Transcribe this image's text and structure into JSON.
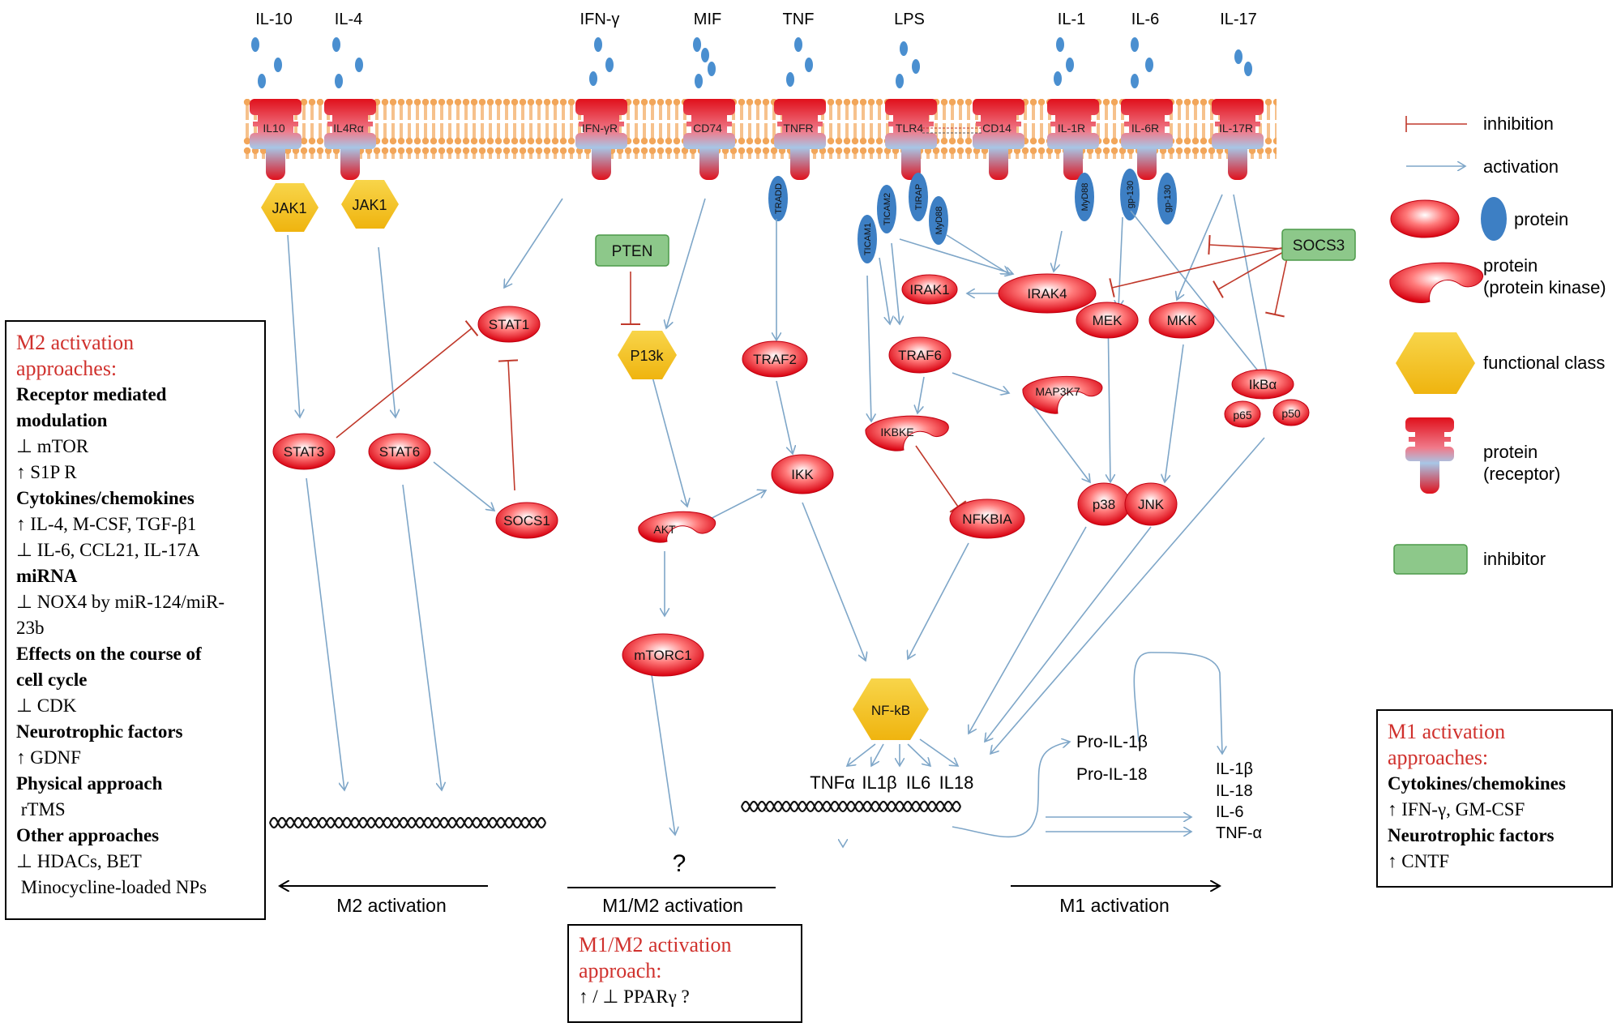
{
  "ligands": [
    "IL-10",
    "IL-4",
    "IFN-γ",
    "MIF",
    "TNF",
    "LPS",
    "IL-1",
    "IL-6",
    "IL-17"
  ],
  "receptors": [
    "IL10",
    "IL4Rα",
    "IFN-γR",
    "CD74",
    "TNFR",
    "TLR4",
    "CD14",
    "IL-1R",
    "IL-6R",
    "IL-17R"
  ],
  "adaptors": [
    "TRADD",
    "TICAM1",
    "TICAM2",
    "TIRAP",
    "MyD88",
    "MyD88",
    "gp-130",
    "gp-130"
  ],
  "functional_class": [
    "JAK1",
    "JAK1",
    "P13k",
    "NF-kB"
  ],
  "inhibitors": [
    "PTEN",
    "SOCS3"
  ],
  "proteins": [
    "STAT1",
    "STAT3",
    "STAT6",
    "SOCS1",
    "TRAF2",
    "IKK",
    "IRAK1",
    "IRAK4",
    "TRAF6",
    "NFKBIA",
    "MEK",
    "MKK",
    "IkBα",
    "p65",
    "p50",
    "p38",
    "JNK",
    "mTORC1"
  ],
  "kinases": [
    "AKT",
    "IKBKE",
    "MAP3K7"
  ],
  "genes_output": [
    "TNFα",
    "IL1β",
    "IL6",
    "IL18"
  ],
  "pro_cytokines": [
    "Pro-IL-1β",
    "Pro-IL-18"
  ],
  "secreted": [
    "IL-1β",
    "IL-18",
    "IL-6",
    "TNF-α"
  ],
  "question_mark": "?",
  "bottom_labels": {
    "m2": "M2 activation",
    "m1m2": "M1/M2 activation",
    "m1": "M1 activation"
  },
  "legend": {
    "inhibition": "inhibition",
    "activation": "activation",
    "protein": "protein",
    "protein_kinase_line1": "protein",
    "protein_kinase_line2": "(protein kinase)",
    "functional_class": "functional class",
    "protein_receptor_line1": "protein",
    "protein_receptor_line2": "(receptor)",
    "inhibitor": "inhibitor"
  },
  "m2_box": {
    "title_line1": "M2 activation",
    "title_line2": "approaches:",
    "lines": [
      {
        "kind": "cat",
        "text": "Receptor mediated"
      },
      {
        "kind": "cat",
        "text": "modulation"
      },
      {
        "kind": "item",
        "text": "⊥ mTOR"
      },
      {
        "kind": "item",
        "text": "↑ S1P R"
      },
      {
        "kind": "cat",
        "text": "Cytokines/chemokines"
      },
      {
        "kind": "item",
        "text": "↑ IL-4, M-CSF, TGF-β1"
      },
      {
        "kind": "item",
        "text": "⊥ IL-6, CCL21, IL-17A"
      },
      {
        "kind": "cat",
        "text": "miRNA"
      },
      {
        "kind": "item",
        "text": "⊥ NOX4 by miR-124/miR-"
      },
      {
        "kind": "item",
        "text": "23b"
      },
      {
        "kind": "cat",
        "text": "Effects on the course of"
      },
      {
        "kind": "cat",
        "text": "cell cycle"
      },
      {
        "kind": "item",
        "text": "⊥ CDK"
      },
      {
        "kind": "cat",
        "text": "Neurotrophic factors"
      },
      {
        "kind": "item",
        "text": "↑ GDNF"
      },
      {
        "kind": "cat",
        "text": "Physical approach"
      },
      {
        "kind": "item",
        "text": " rTMS"
      },
      {
        "kind": "cat",
        "text": "Other approaches"
      },
      {
        "kind": "item",
        "text": "⊥ HDACs, BET"
      },
      {
        "kind": "item",
        "text": " Minocycline-loaded NPs"
      }
    ]
  },
  "m1_box": {
    "title_line1": "M1 activation",
    "title_line2": "approaches:",
    "lines": [
      {
        "kind": "cat",
        "text": "Cytokines/chemokines"
      },
      {
        "kind": "item",
        "text": "↑ IFN-γ, GM-CSF"
      },
      {
        "kind": "cat",
        "text": "Neurotrophic factors"
      },
      {
        "kind": "item",
        "text": "↑ CNTF"
      }
    ]
  },
  "m1m2_box": {
    "title_line1": "M1/M2 activation",
    "title_line2": "approach:",
    "lines": [
      {
        "kind": "item",
        "text": "↑ / ⊥ PPARγ ?"
      }
    ]
  },
  "colors": {
    "activation": "#7ea6c8",
    "inhibition": "#c0392b",
    "protein_red": "#e0101b",
    "protein_blue": "#3d7fc4",
    "functional_gold": "#f2c21a",
    "inhibitor_green": "#8dc88a",
    "membrane_orange": "#f2a65a",
    "box_title_red": "#d0312d"
  }
}
